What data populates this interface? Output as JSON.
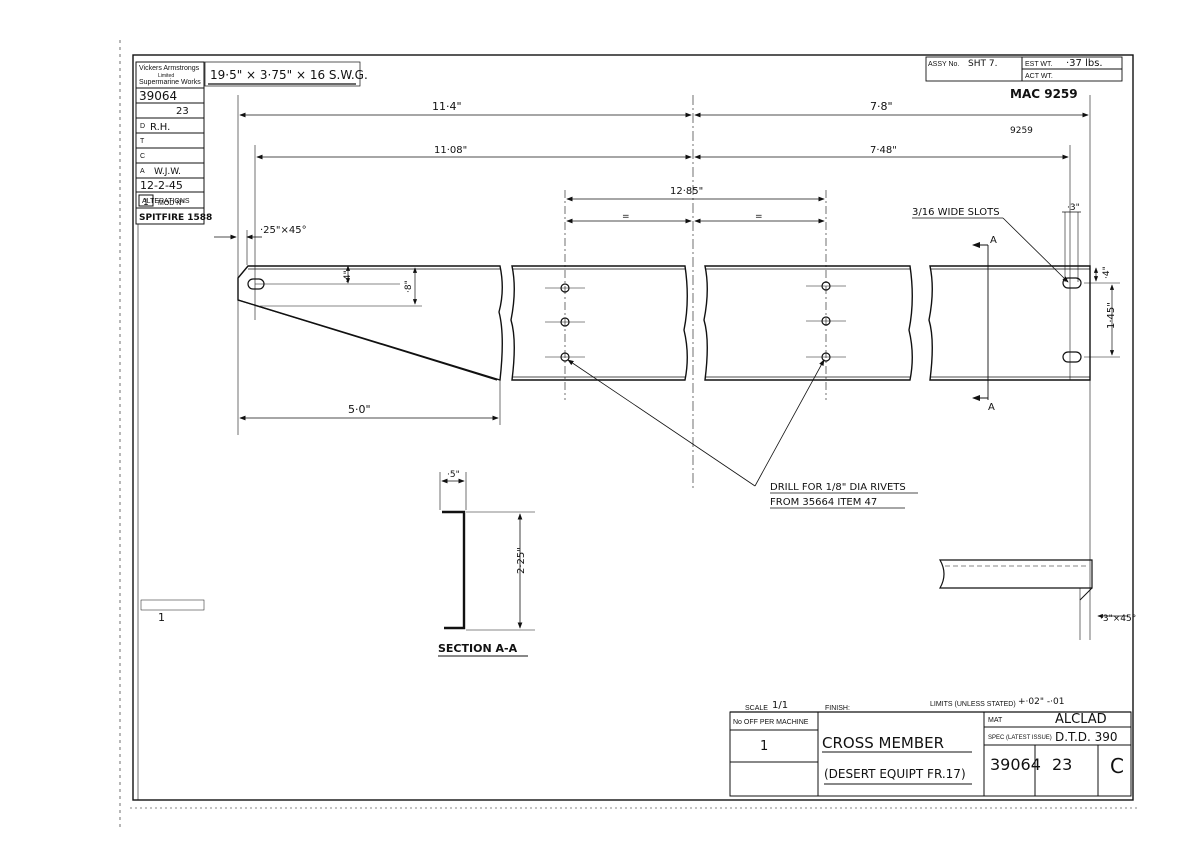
{
  "title_block_left": {
    "company_line1": "Vickers Armstrongs",
    "company_line2": "Limited",
    "company_line3": "Supermarine Works",
    "drawing_number": "39064",
    "sheet_suffix": "23",
    "drawn_label": "D",
    "drawn_by": "R.H.",
    "traced_label": "T",
    "checked_label": "C",
    "approved_label": "A",
    "approved_by": "W.J.W.",
    "date": "12-2-45",
    "alterations_label": "ALTERATIONS",
    "mod_number": "1",
    "mod_label": "MOD Nº",
    "spitfire_ref": "SPITFIRE 1588",
    "side_note": "1"
  },
  "material_spec": "19·5\" × 3·75\" × 16 S.W.G.",
  "top_right_block": {
    "assy_label": "ASSY No.",
    "assy_value": "SHT 7.",
    "est_wt_label": "EST WT.",
    "est_wt_value": "·37 lbs.",
    "act_wt_label": "ACT WT.",
    "mac_number": "MAC 9259",
    "mac_pencil": "9259"
  },
  "dimensions": {
    "left_span_top": "11·4\"",
    "right_span_top": "7·8\"",
    "left_span_second": "11·08\"",
    "right_span_second": "7·48\"",
    "rivet_span": "12·85\"",
    "equal_left": "=",
    "equal_right": "=",
    "chamfer": "·25\"×45°",
    "slot_offset": "·4\"",
    "depth": "·8\"",
    "taper_length": "5·0\"",
    "slot_pitch_right": "·3\"",
    "slot_top_right": "·4\"",
    "slot_span_right": "1·45\"",
    "corner_chamfer": "·3\"×45°"
  },
  "notes": {
    "slots_note": "3/16 WIDE SLOTS",
    "drill_line1": "DRILL FOR 1/8\" DIA RIVETS",
    "drill_line2": "FROM 35664 ITEM 47",
    "section_marker_a": "A",
    "section_label": "SECTION A-A",
    "flange_width": "·5\"",
    "section_height": "2·25\""
  },
  "title_block_bottom": {
    "scale_label": "SCALE",
    "scale_value": "1/1",
    "finish_label": "FINISH:",
    "limits_label": "LIMITS (UNLESS STATED)",
    "limits_value": "+·02\" -·01",
    "no_off_label": "No OFF PER MACHINE",
    "no_off_value": "1",
    "part_name_line1": "CROSS MEMBER",
    "part_name_line2": "(DESERT EQUIPT FR.17)",
    "mat_label": "MAT",
    "mat_value": "ALCLAD",
    "spec_label": "SPEC (LATEST ISSUE)",
    "spec_value": "D.T.D. 390",
    "drawing_number": "39064",
    "sheet_number": "23",
    "revision": "C"
  }
}
